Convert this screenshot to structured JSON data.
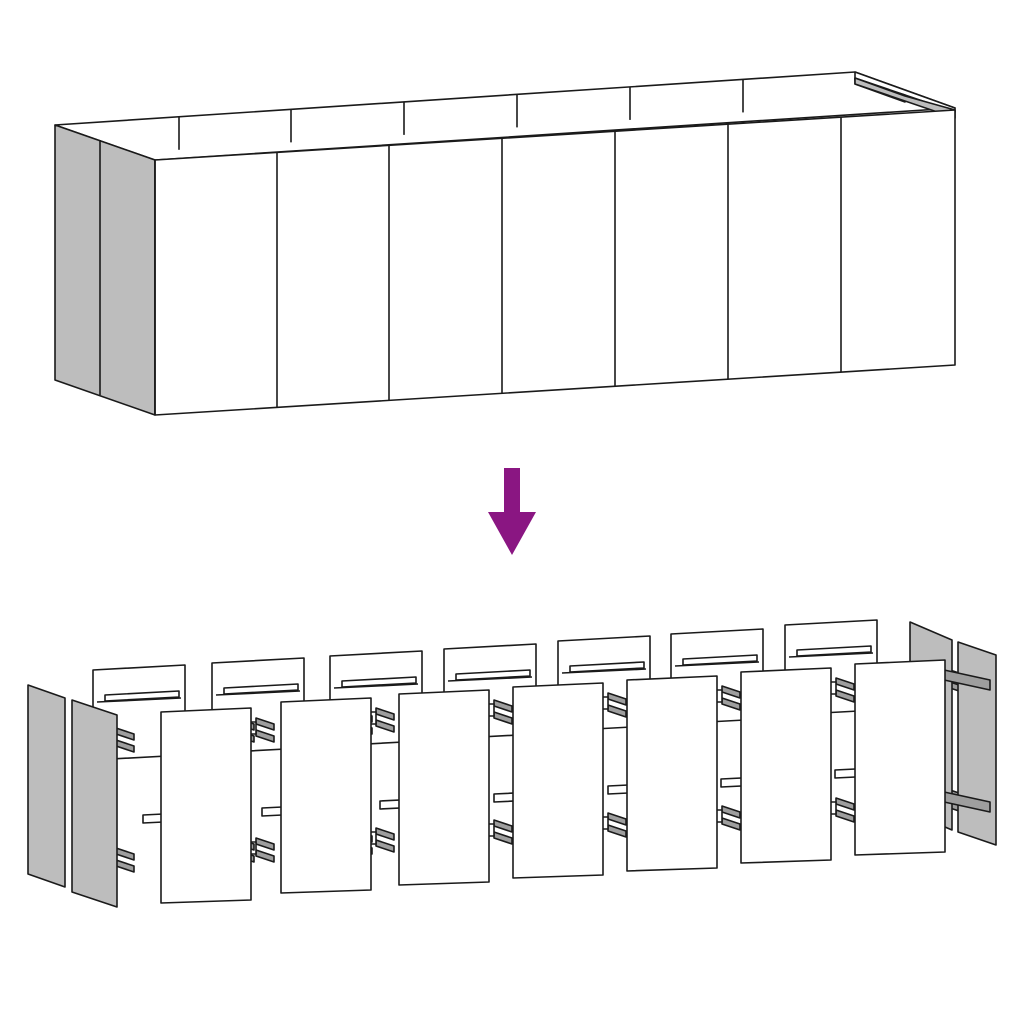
{
  "diagram": {
    "assembled_front_panel_count": 7,
    "exploded_front_panel_count": 7,
    "colors": {
      "arrow": "#8a1682",
      "side_panel": "#bdbdbd",
      "panel": "#ffffff",
      "rail": "#9e9e9e",
      "outline": "#1a1a1a"
    },
    "arrow_direction": "down"
  }
}
